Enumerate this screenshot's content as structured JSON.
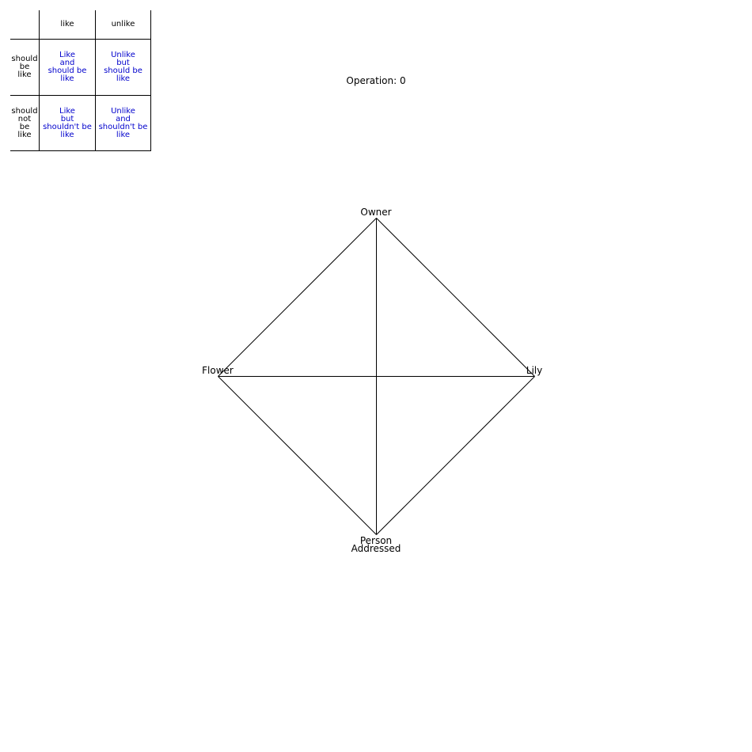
{
  "legend": {
    "columns": [
      "like",
      "unlike"
    ],
    "rows": [
      {
        "header": "should\nbe\nlike",
        "cells": [
          "Like\nand\nshould be\nlike",
          "Unlike\nbut\nshould be\nlike"
        ]
      },
      {
        "header": "should\nnot\nbe\nlike",
        "cells": [
          "Like\nbut\nshouldn't be\nlike",
          "Unlike\nand\nshouldn't be\nlike"
        ]
      }
    ]
  },
  "operation": "Operation: 0",
  "diagram": {
    "nodes": {
      "top": "Owner",
      "left": "Flower",
      "right": "Lily",
      "bottom": "Person\nAddressed"
    }
  },
  "colors": {
    "lines": "#000000",
    "legend_text": "#0000cc"
  }
}
